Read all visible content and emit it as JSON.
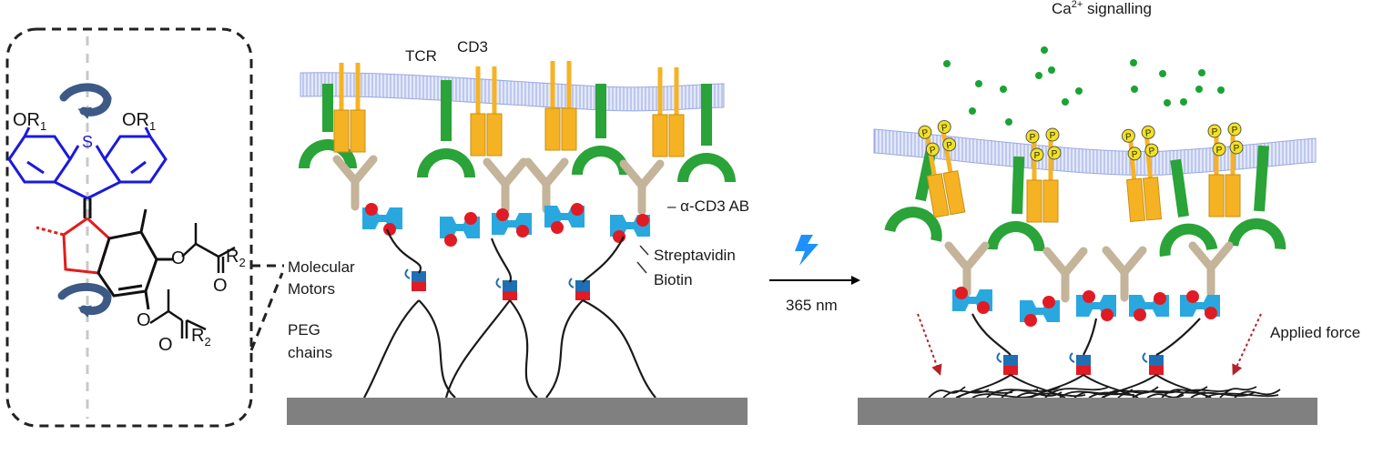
{
  "labels": {
    "tcr": "TCR",
    "cd3": "CD3",
    "anti_cd3": "– α-CD3 AB",
    "streptavidin": "Streptavidin",
    "biotin": "Biotin",
    "molecular": "Molecular",
    "motors": "Motors",
    "peg": "PEG",
    "chains": "chains",
    "wavelength": "365 nm",
    "ca": "Ca",
    "ca_sup": "2+",
    "signalling": "signalling",
    "applied_force": "Applied force"
  },
  "molecule": {
    "or1_left": "OR",
    "or1_right": "OR",
    "sub1": "1",
    "sulfur": "S",
    "o_top": "O",
    "o_bottom": "O",
    "carbonyl_top": "O",
    "carbonyl_bottom": "O",
    "r2_top": "R",
    "r2_bottom": "R",
    "sub2": "2"
  },
  "phospho_label": "P",
  "colors": {
    "tcr_green": "#2aa338",
    "cd3_orange": "#f5b324",
    "antibody_tan": "#c3b49a",
    "streptavidin_blue": "#29a8df",
    "biotin_red": "#e01b24",
    "motor_blue": "#1f6fb4",
    "membrane": "#aebbe8",
    "surface_grey": "#808080",
    "calcium_green": "#1aa335",
    "rotor_blue": "#1a1adc",
    "stator_red": "#e11d1d",
    "arrow_navy": "#3c5a85",
    "force_red": "#b5222a",
    "light_blue": "#1e90ff",
    "phospho_yellow": "#f3e21d"
  }
}
